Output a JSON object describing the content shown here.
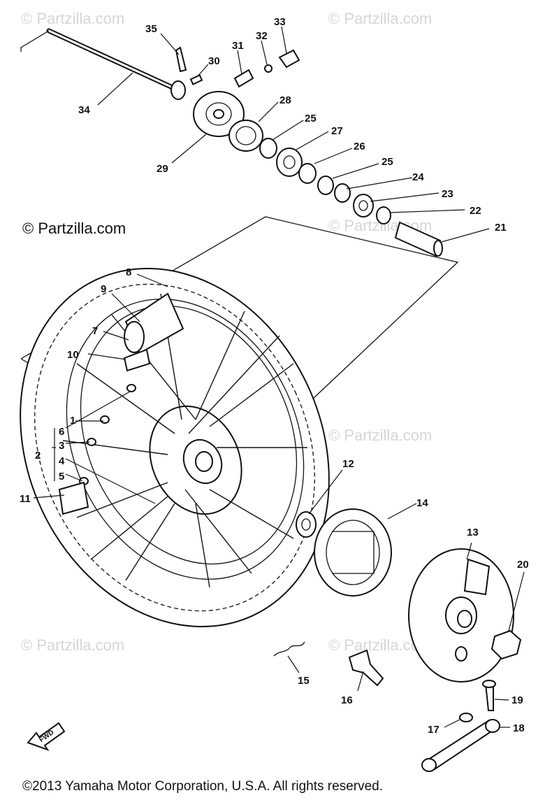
{
  "watermark": "© Partzilla.com",
  "main_watermark": "© Partzilla.com",
  "copyright": "©2013  Yamaha Motor Corporation, U.S.A. All rights reserved.",
  "fwd_label": "FWD",
  "callouts": {
    "c1": "1",
    "c2": "2",
    "c3": "3",
    "c4": "4",
    "c5": "5",
    "c6": "6",
    "c7": "7",
    "c8": "8",
    "c9": "9",
    "c10": "10",
    "c11": "11",
    "c12": "12",
    "c13": "13",
    "c14": "14",
    "c15": "15",
    "c16": "16",
    "c17": "17",
    "c18": "18",
    "c19": "19",
    "c20": "20",
    "c21": "21",
    "c22": "22",
    "c23": "23",
    "c24": "24",
    "c25a": "25",
    "c25b": "25",
    "c26": "26",
    "c27": "27",
    "c28": "28",
    "c29": "29",
    "c30": "30",
    "c31": "31",
    "c32": "32",
    "c33": "33",
    "c34": "34",
    "c35": "35"
  }
}
